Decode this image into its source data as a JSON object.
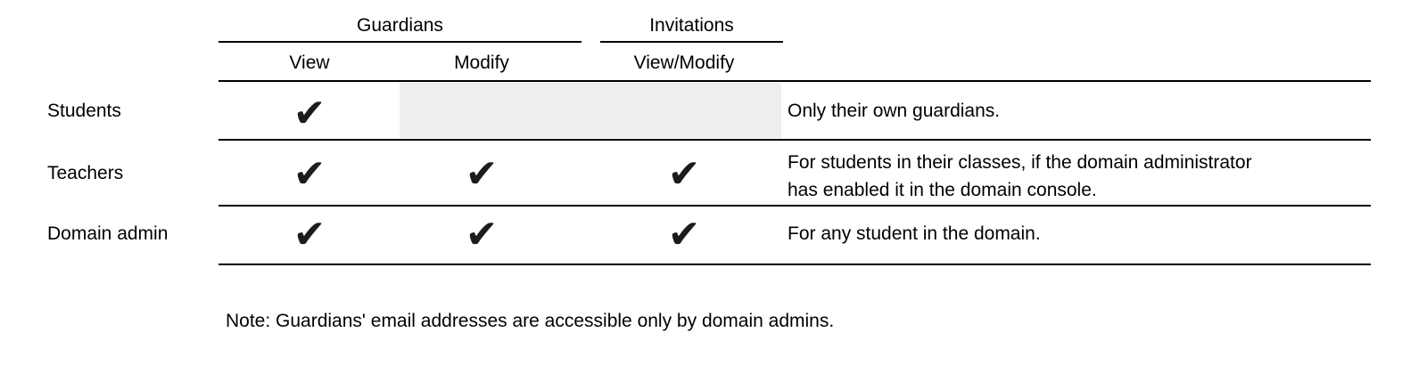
{
  "table": {
    "groups": [
      {
        "label": "Guardians"
      },
      {
        "label": "Invitations"
      }
    ],
    "columns": [
      {
        "label": "View",
        "group": "Guardians"
      },
      {
        "label": "Modify",
        "group": "Guardians"
      },
      {
        "label": "View/Modify",
        "group": "Invitations"
      }
    ],
    "check_glyph": "✔",
    "rows": [
      {
        "label": "Students",
        "permissions": {
          "guardians_view": true,
          "guardians_modify": false,
          "invitations_view_modify": false
        },
        "note": "Only their own guardians."
      },
      {
        "label": "Teachers",
        "permissions": {
          "guardians_view": true,
          "guardians_modify": true,
          "invitations_view_modify": true
        },
        "note": "For students in their classes, if the domain administrator\nhas enabled it in the domain console."
      },
      {
        "label": "Domain admin",
        "permissions": {
          "guardians_view": true,
          "guardians_modify": true,
          "invitations_view_modify": true
        },
        "note": "For any student in the domain."
      }
    ]
  },
  "footnote": "Note: Guardians' email addresses are accessible only by domain admins.",
  "colors": {
    "background": "#ffffff",
    "text": "#000000",
    "rule": "#000000",
    "check": "#1c1c1c",
    "disabled_cell_bg": "#eeeeee"
  }
}
